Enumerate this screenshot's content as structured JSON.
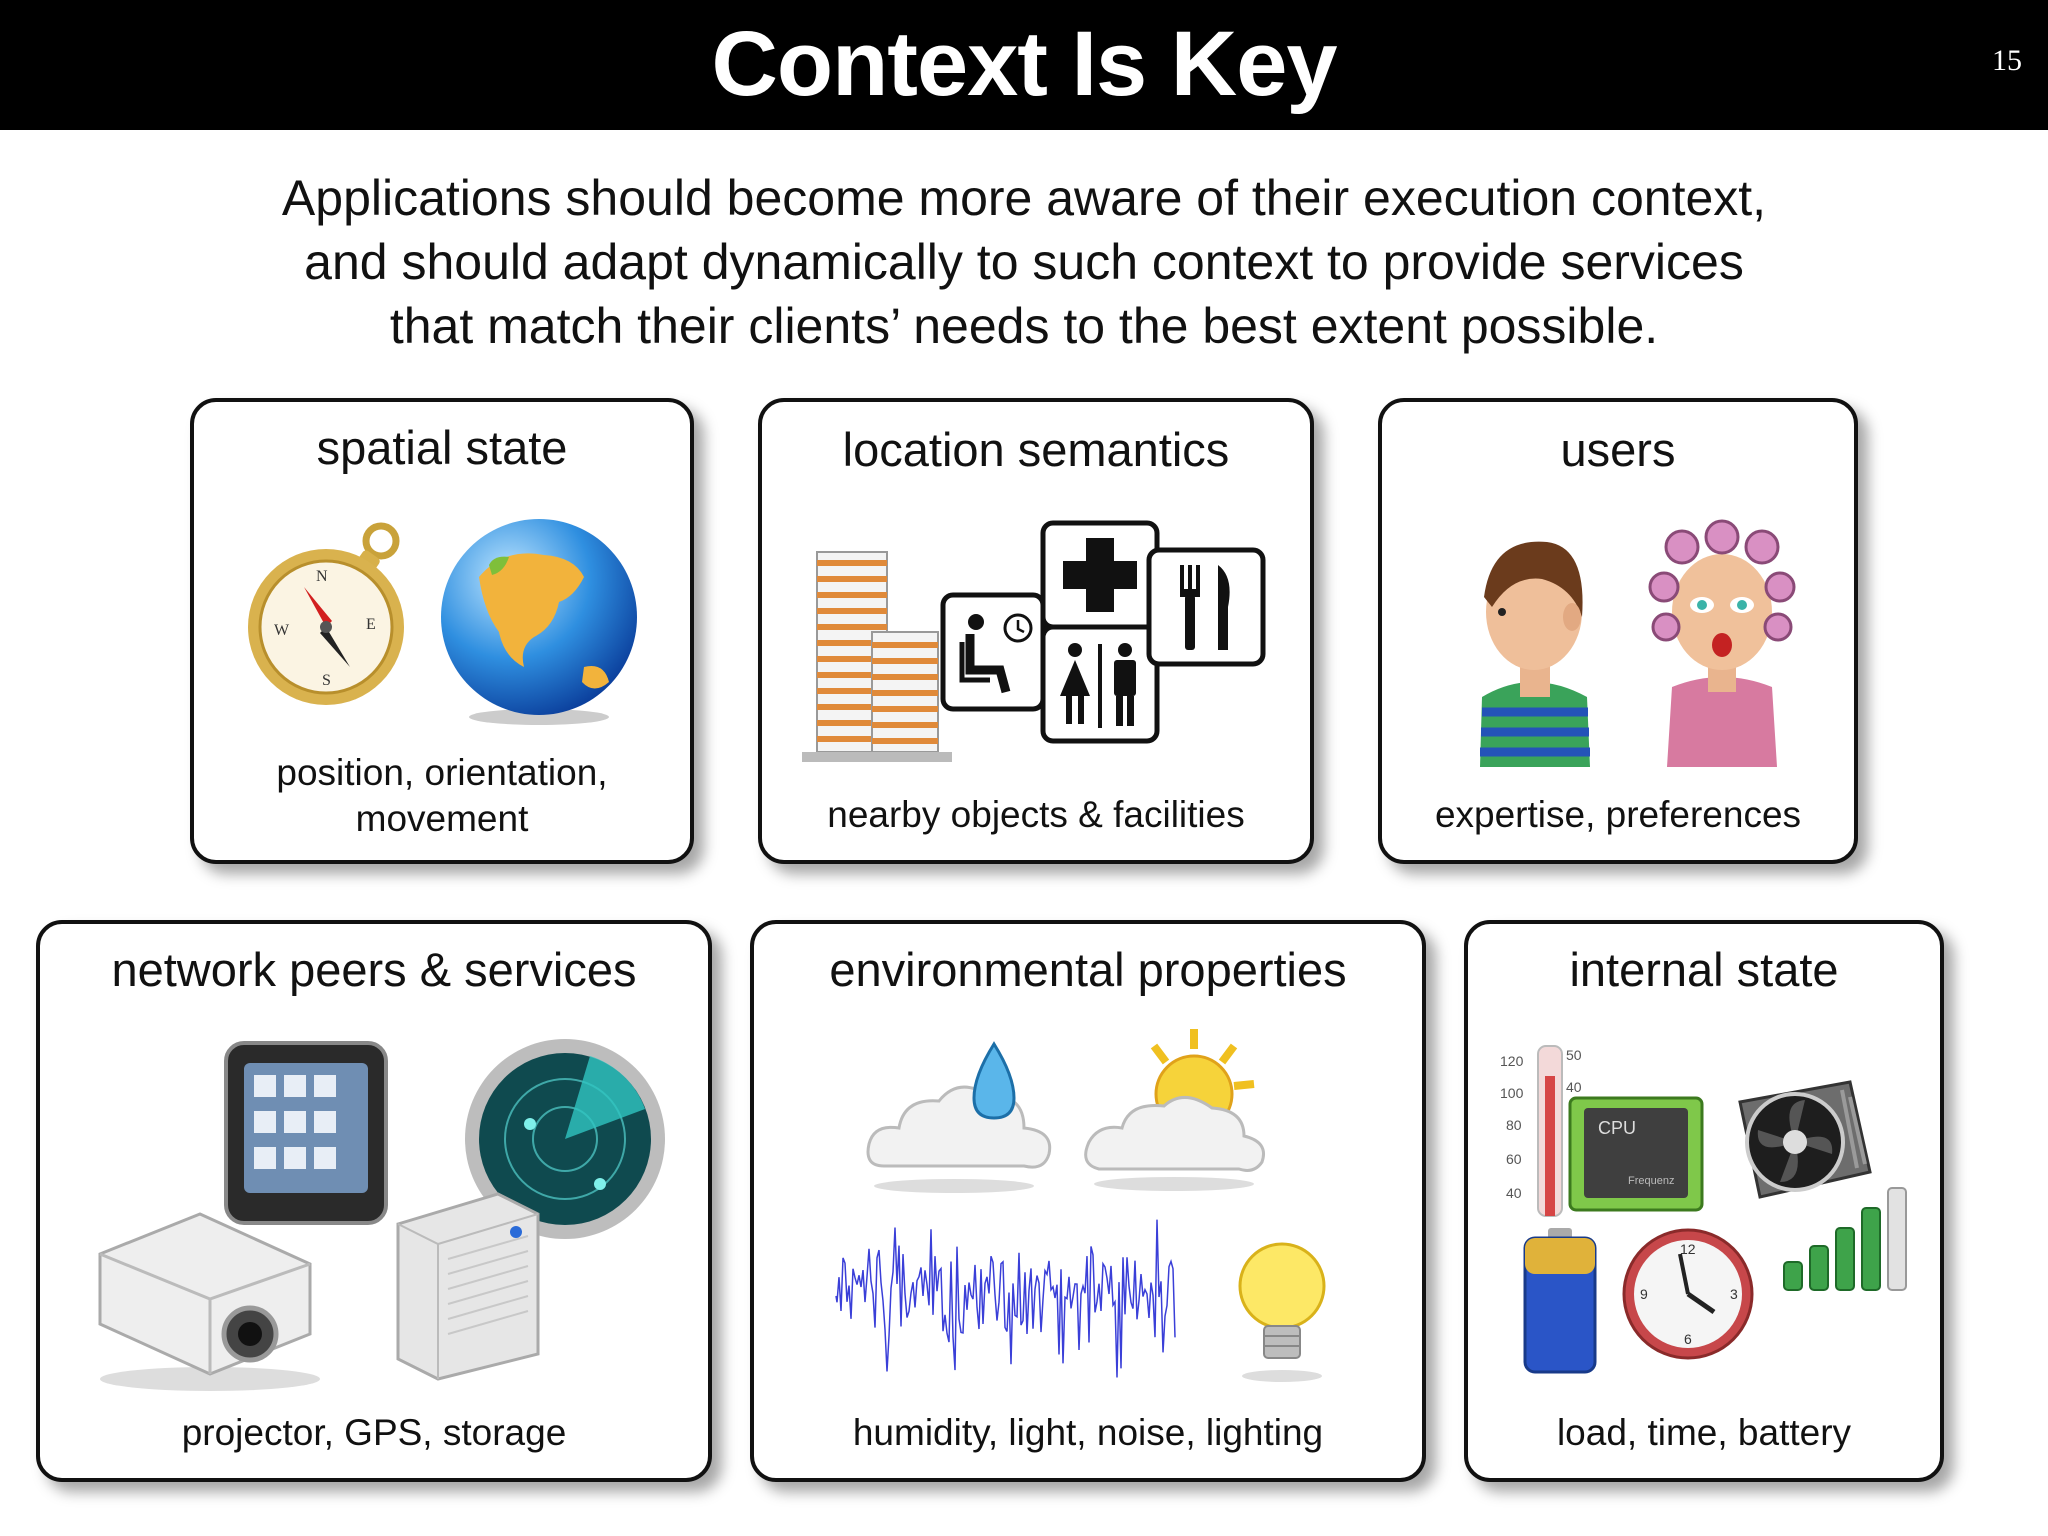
{
  "slide": {
    "title": "Context Is Key",
    "number": "15",
    "intro_lines": [
      "Applications should become more aware of their execution context,",
      "and should adapt dynamically to such context to provide services",
      "that match their clients’ needs to the best extent possible."
    ]
  },
  "cards": [
    {
      "title": "spatial state",
      "caption_lines": [
        "position, orientation,",
        "movement"
      ],
      "icons": [
        "compass-icon",
        "globe-icon"
      ]
    },
    {
      "title": "location semantics",
      "caption_lines": [
        "nearby objects & facilities"
      ],
      "icons": [
        "building-icon",
        "waiting-room-icon",
        "first-aid-icon",
        "restroom-icon",
        "restaurant-icon"
      ]
    },
    {
      "title": "users",
      "caption_lines": [
        "expertise, preferences"
      ],
      "icons": [
        "boy-avatar-icon",
        "woman-avatar-icon"
      ]
    },
    {
      "title": "network peers & services",
      "caption_lines": [
        "projector, GPS, storage"
      ],
      "icons": [
        "gps-device-icon",
        "radar-icon",
        "projector-icon",
        "storage-drive-icon"
      ]
    },
    {
      "title": "environmental properties",
      "caption_lines": [
        "humidity, light, noise, lighting"
      ],
      "icons": [
        "rain-cloud-icon",
        "sun-cloud-icon",
        "noise-waveform-icon",
        "light-bulb-icon"
      ]
    },
    {
      "title": "internal state",
      "caption_lines": [
        "load, time, battery"
      ],
      "icons": [
        "thermometer-icon",
        "cpu-icon",
        "cooling-fan-icon",
        "battery-icon",
        "clock-icon",
        "signal-bars-icon"
      ]
    }
  ],
  "icon_text": {
    "thermometer_ticks_left": [
      "120",
      "100",
      "80",
      "60",
      "40"
    ],
    "thermometer_ticks_right": [
      "50",
      "40"
    ],
    "cpu_label": "CPU",
    "cpu_sublabel": "Frequenz",
    "clock_numbers": [
      "12",
      "3",
      "6",
      "9"
    ]
  }
}
